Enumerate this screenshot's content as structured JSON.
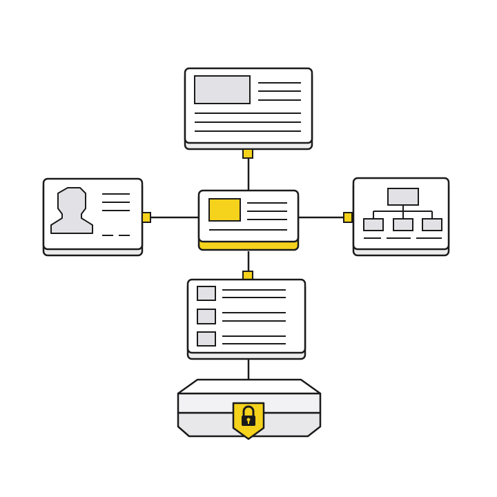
{
  "colors": {
    "stroke": "#1a1a1a",
    "card_fill": "#ffffff",
    "card_shadow": "#ececec",
    "placeholder": "#e2e2e6",
    "accent": "#f5d21c",
    "accent_dark": "#e3c010",
    "connector": "#1a1a1a"
  },
  "nodes": [
    {
      "name": "top-document-card",
      "icon": "article-icon"
    },
    {
      "name": "profile-card",
      "icon": "user-silhouette-icon"
    },
    {
      "name": "central-hub-card",
      "icon": "highlight-block-icon"
    },
    {
      "name": "org-chart-card",
      "icon": "hierarchy-icon"
    },
    {
      "name": "list-card",
      "icon": "checklist-icon"
    },
    {
      "name": "secure-storage",
      "icon": "padlock-icon"
    }
  ]
}
